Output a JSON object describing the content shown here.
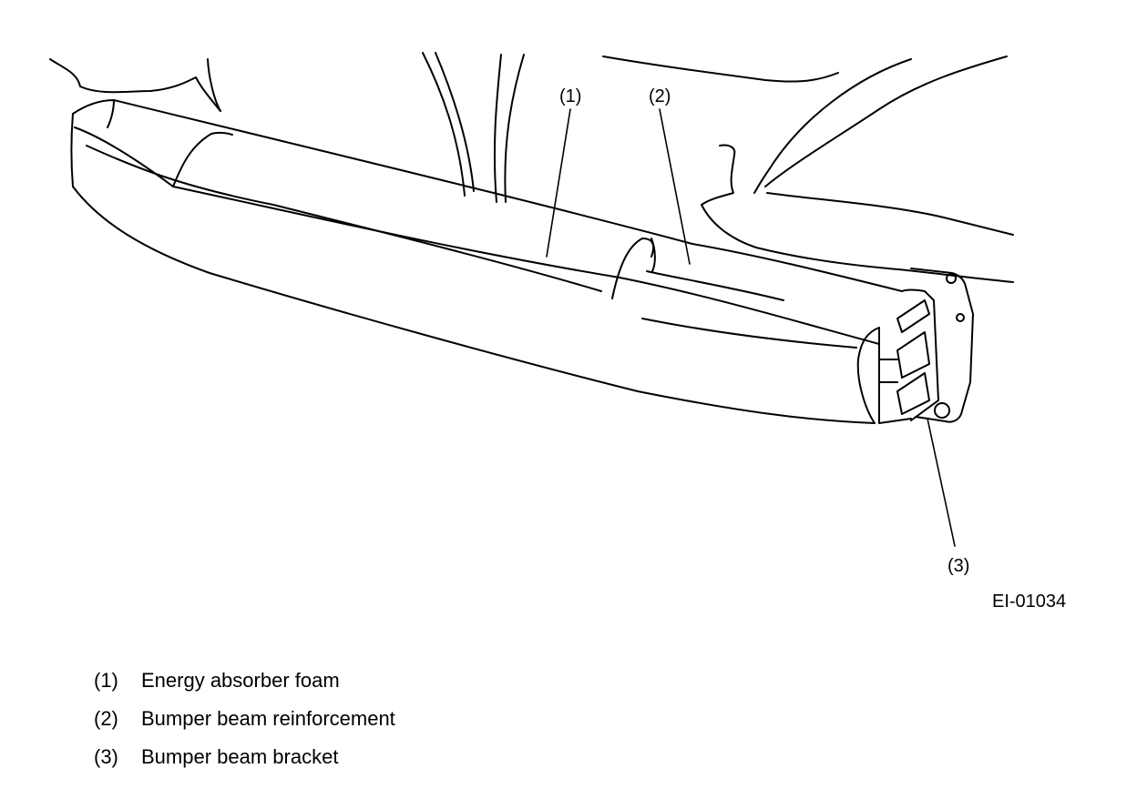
{
  "diagram": {
    "figure_id": "EI-01034",
    "callouts": [
      {
        "number": "(1)"
      },
      {
        "number": "(2)"
      },
      {
        "number": "(3)"
      }
    ]
  },
  "legend": [
    {
      "number": "(1)",
      "text": "Energy absorber foam"
    },
    {
      "number": "(2)",
      "text": "Bumper beam reinforcement"
    },
    {
      "number": "(3)",
      "text": "Bumper beam bracket"
    }
  ],
  "colors": {
    "line": "#000000",
    "background": "#ffffff"
  }
}
